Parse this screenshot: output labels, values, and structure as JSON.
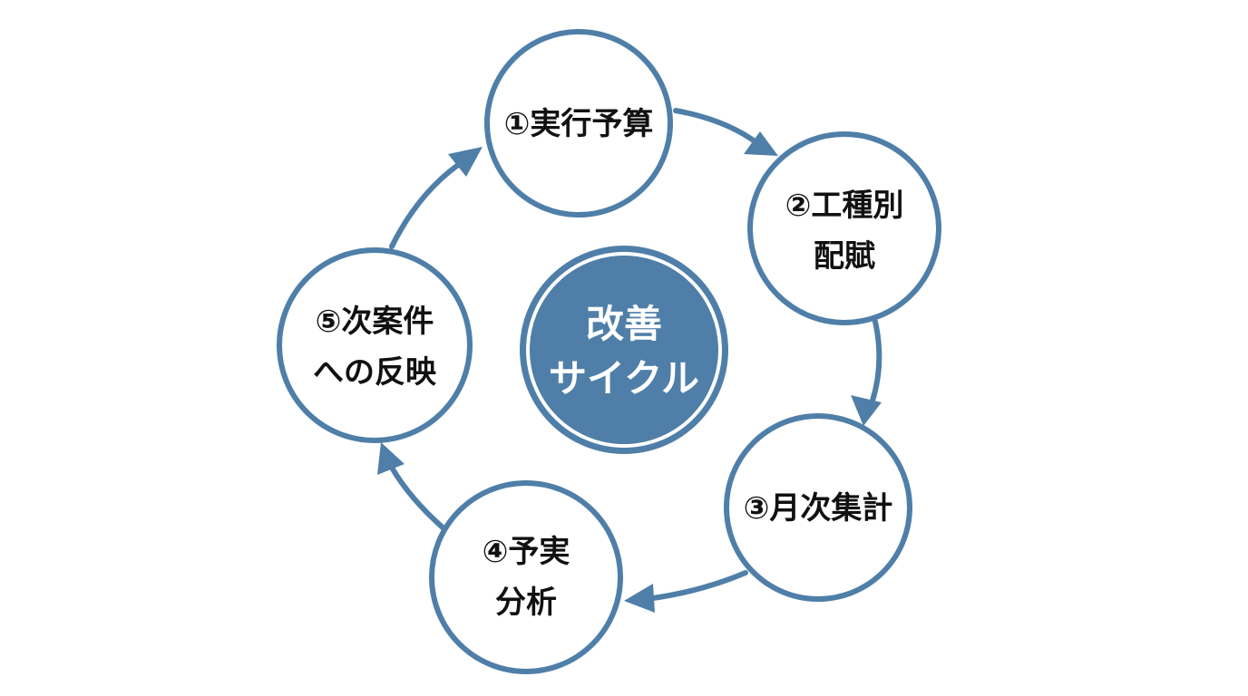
{
  "center": {
    "lines": [
      "改善",
      "サイクル"
    ]
  },
  "steps": [
    {
      "id": "budget",
      "lines": [
        "①実行予算"
      ]
    },
    {
      "id": "allocation",
      "lines": [
        "②工種別",
        "配賦"
      ]
    },
    {
      "id": "monthly",
      "lines": [
        "③月次集計"
      ]
    },
    {
      "id": "analysis",
      "lines": [
        "④予実",
        "分析"
      ]
    },
    {
      "id": "feedback",
      "lines": [
        "⑤次案件",
        "への反映"
      ]
    }
  ],
  "colors": {
    "accent": "#4f7fa8",
    "center_fill": "#4f7fa8",
    "text": "#111111",
    "background": "#ffffff"
  }
}
